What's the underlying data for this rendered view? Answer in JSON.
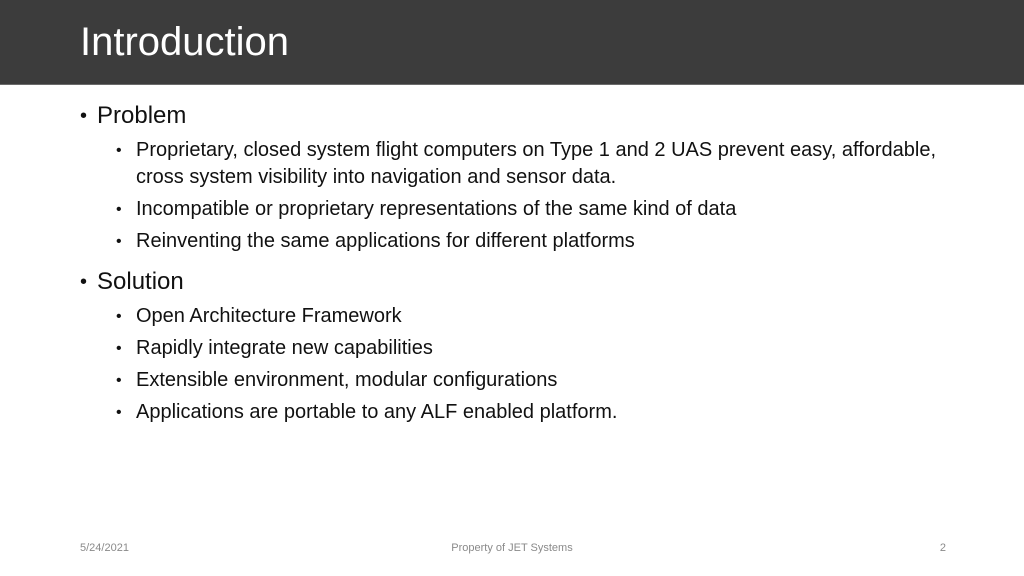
{
  "slide": {
    "title": "Introduction",
    "sections": [
      {
        "heading": "Problem",
        "items": [
          "Proprietary, closed system flight computers on Type 1 and 2 UAS prevent easy, affordable, cross system visibility into navigation and sensor data.",
          "Incompatible or proprietary representations of the same kind of data",
          "Reinventing the same applications for different platforms"
        ]
      },
      {
        "heading": "Solution",
        "items": [
          "Open Architecture Framework",
          "Rapidly integrate new capabilities",
          "Extensible environment, modular configurations",
          "Applications are portable to any ALF enabled platform."
        ]
      }
    ],
    "bullet_glyph": "•"
  },
  "footer": {
    "date": "5/24/2021",
    "center_text": "Property of JET Systems",
    "page_number": "2"
  },
  "colors": {
    "title_bar": "#3c3c3c",
    "title_text": "#ffffff",
    "body_text": "#111111",
    "footer_text": "#8a8a8a"
  }
}
